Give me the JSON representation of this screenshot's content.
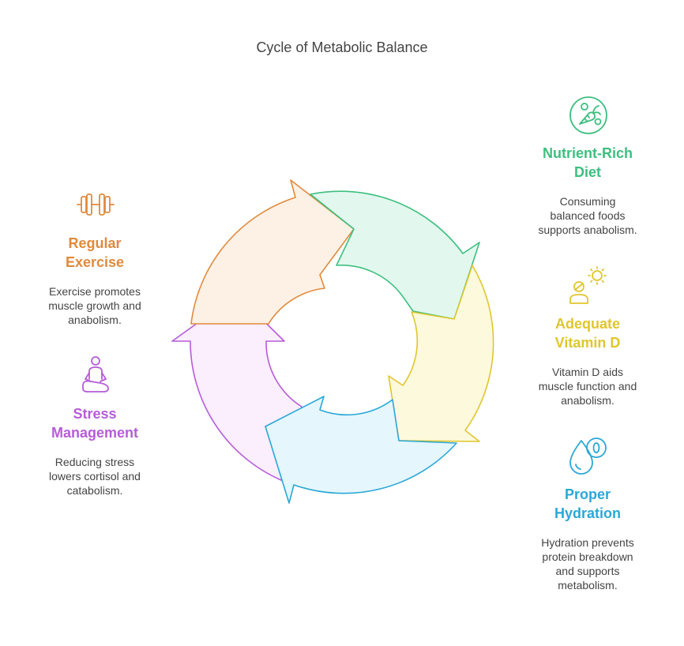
{
  "title": "Cycle of Metabolic Balance",
  "colors": {
    "exercise": "#e08a3c",
    "diet": "#3dbf7f",
    "vitamin": "#e0c62c",
    "hydration": "#2aa8d6",
    "stress": "#b65cd8"
  },
  "items": {
    "exercise": {
      "icon": "dumbbell-icon",
      "heading": "Regular\nExercise",
      "desc": "Exercise promotes\nmuscle growth and\nanabolism."
    },
    "stress": {
      "icon": "meditation-icon",
      "heading": "Stress\nManagement",
      "desc": "Reducing stress\nlowers cortisol and\ncatabolism."
    },
    "diet": {
      "icon": "vegetables-icon",
      "heading": "Nutrient-Rich\nDiet",
      "desc": "Consuming\nbalanced foods\nsupports anabolism."
    },
    "vitamin": {
      "icon": "sun-person-icon",
      "heading": "Adequate\nVitamin D",
      "desc": "Vitamin D aids\nmuscle function and\nanabolism."
    },
    "hydration": {
      "icon": "water-drop-icon",
      "heading": "Proper\nHydration",
      "desc": "Hydration prevents\nprotein breakdown\nand supports\nmetabolism."
    }
  }
}
